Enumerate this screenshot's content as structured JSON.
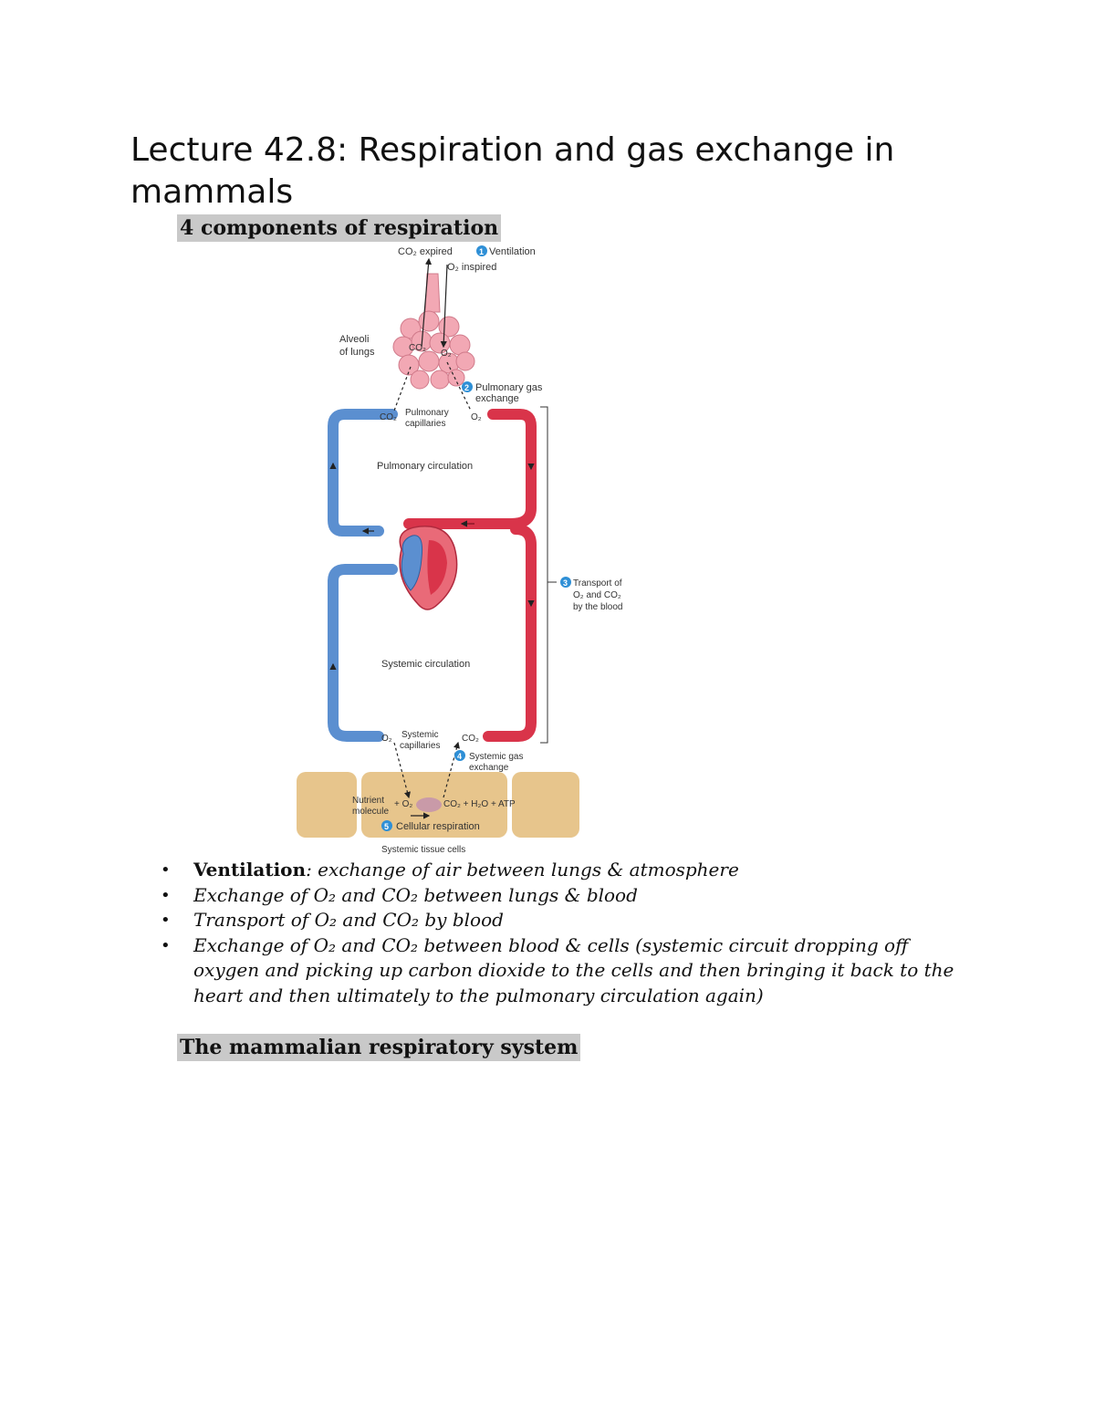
{
  "title": "Lecture 42.8: Respiration and gas exchange in mammals",
  "sections": [
    {
      "heading": "4 components of respiration"
    },
    {
      "heading": "The mammalian respiratory system"
    }
  ],
  "diagram": {
    "labels": {
      "co2_expired": "CO₂ expired",
      "o2_inspired": "O₂ inspired",
      "step1": "1",
      "ventilation": "Ventilation",
      "alveoli_1": "Alveoli",
      "alveoli_2": "of lungs",
      "alv_co2": "CO₂",
      "alv_o2": "O₂",
      "step2": "2",
      "pulm_gas_1": "Pulmonary gas",
      "pulm_gas_2": "exchange",
      "pulm_cap_co2": "CO₂",
      "pulm_cap_1": "Pulmonary",
      "pulm_cap_2": "capillaries",
      "pulm_cap_o2": "O₂",
      "pulm_circ": "Pulmonary circulation",
      "step3": "3",
      "transport_1": "Transport of",
      "transport_2": "O₂ and CO₂",
      "transport_3": "by the blood",
      "sys_circ": "Systemic circulation",
      "sys_cap_o2": "O₂",
      "sys_cap_1": "Systemic",
      "sys_cap_2": "capillaries",
      "sys_cap_co2": "CO₂",
      "step4": "4",
      "sys_gas_1": "Systemic gas",
      "sys_gas_2": "exchange",
      "nutrient_1": "Nutrient",
      "nutrient_2": "molecule",
      "plus_o2": "+ O₂",
      "products": "CO₂ + H₂O + ATP",
      "step5": "5",
      "cell_resp": "Cellular respiration",
      "tissue_cells": "Systemic tissue cells"
    },
    "colors": {
      "oxygenated": "#d9344a",
      "deoxygenated": "#5b8fd0",
      "alveoli": "#f2a8b4",
      "tissue": "#e7c58c",
      "step_badge": "#2e8fd6"
    }
  },
  "bullets": [
    {
      "bold": "Ventilation",
      "text": ": exchange of air between lungs & atmosphere"
    },
    {
      "bold": "",
      "text": "Exchange of O₂ and CO₂ between lungs & blood"
    },
    {
      "bold": "",
      "text": "Transport of O₂ and CO₂ by blood"
    },
    {
      "bold": "",
      "text": "Exchange of O₂ and CO₂ between blood & cells (systemic circuit dropping off oxygen and picking up carbon dioxide to the cells and then bringing it back to the heart and then ultimately to the pulmonary circulation again)"
    }
  ],
  "bullet_glyph": "•"
}
